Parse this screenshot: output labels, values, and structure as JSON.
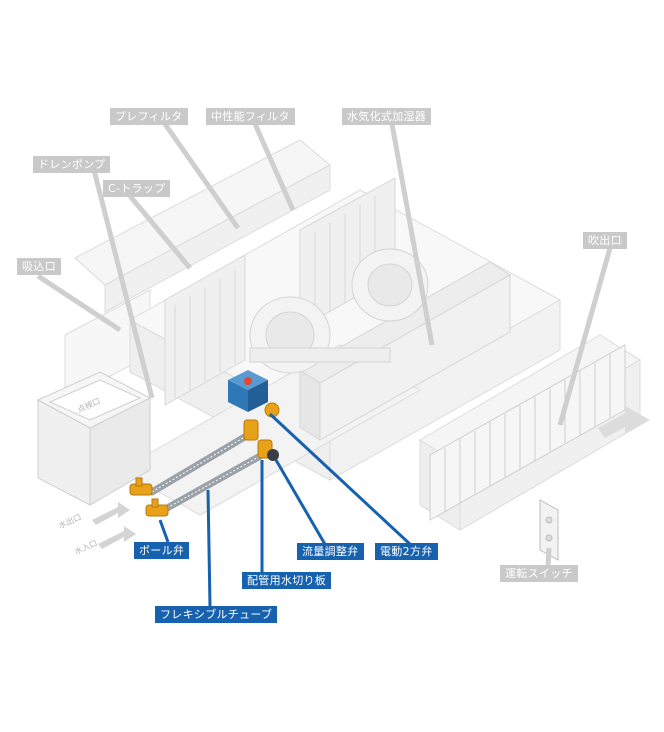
{
  "colors": {
    "gray_label": "#c9c9c9",
    "blue_label": "#1762ae",
    "gray_line": "#cfcfcf",
    "blue_line": "#1762ae",
    "valve_orange": "#e8a21a",
    "valve_box": "#2f78b8"
  },
  "labels": {
    "prefilter": "プレフィルタ",
    "medium_filter": "中性能フィルタ",
    "humidifier": "水気化式加湿器",
    "drain_pump": "ドレンポンプ",
    "c_trap": "C-トラップ",
    "intake": "吸込口",
    "outlet": "吹出口",
    "ball_valve": "ボール弁",
    "flex_tube": "フレキシブルチューブ",
    "pipe_splash": "配管用水切り板",
    "flow_valve": "流量調整弁",
    "motor_valve": "電動2方弁",
    "run_switch": "運転スイッチ",
    "inspection": "点検口",
    "water_out": "水出口",
    "water_in": "水入口"
  }
}
